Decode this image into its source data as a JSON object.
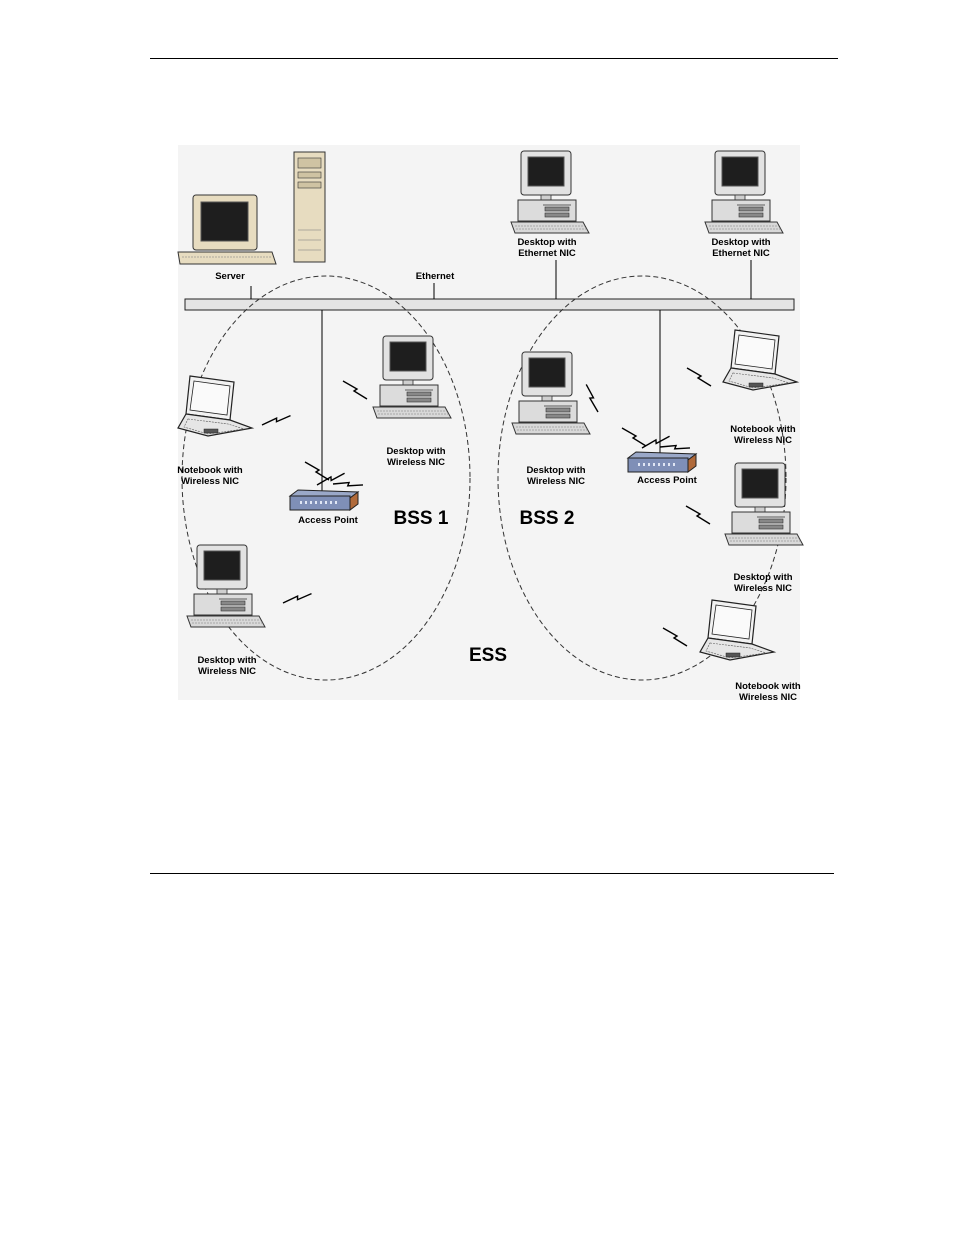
{
  "figure": {
    "labels": {
      "server": "Server",
      "ethernet": "Ethernet",
      "desktop_eth_1": [
        "Desktop with",
        "Ethernet NIC"
      ],
      "desktop_eth_2": [
        "Desktop with",
        "Ethernet NIC"
      ],
      "notebook_1": [
        "Notebook with",
        "Wireless NIC"
      ],
      "desktop_w_1": [
        "Desktop with",
        "Wireless NIC"
      ],
      "ap_1": "Access Point",
      "desktop_w_2": [
        "Desktop with",
        "Wireless NIC"
      ],
      "desktop_w_3": [
        "Desktop with",
        "Wireless NIC"
      ],
      "ap_2": "Access Point",
      "notebook_2": [
        "Notebook with",
        "Wireless NIC"
      ],
      "desktop_w_4": [
        "Desktop with",
        "Wireless NIC"
      ],
      "notebook_3": [
        "Notebook with",
        "Wireless NIC"
      ],
      "bss1": "BSS 1",
      "bss2": "BSS 2",
      "ess": "ESS"
    }
  }
}
